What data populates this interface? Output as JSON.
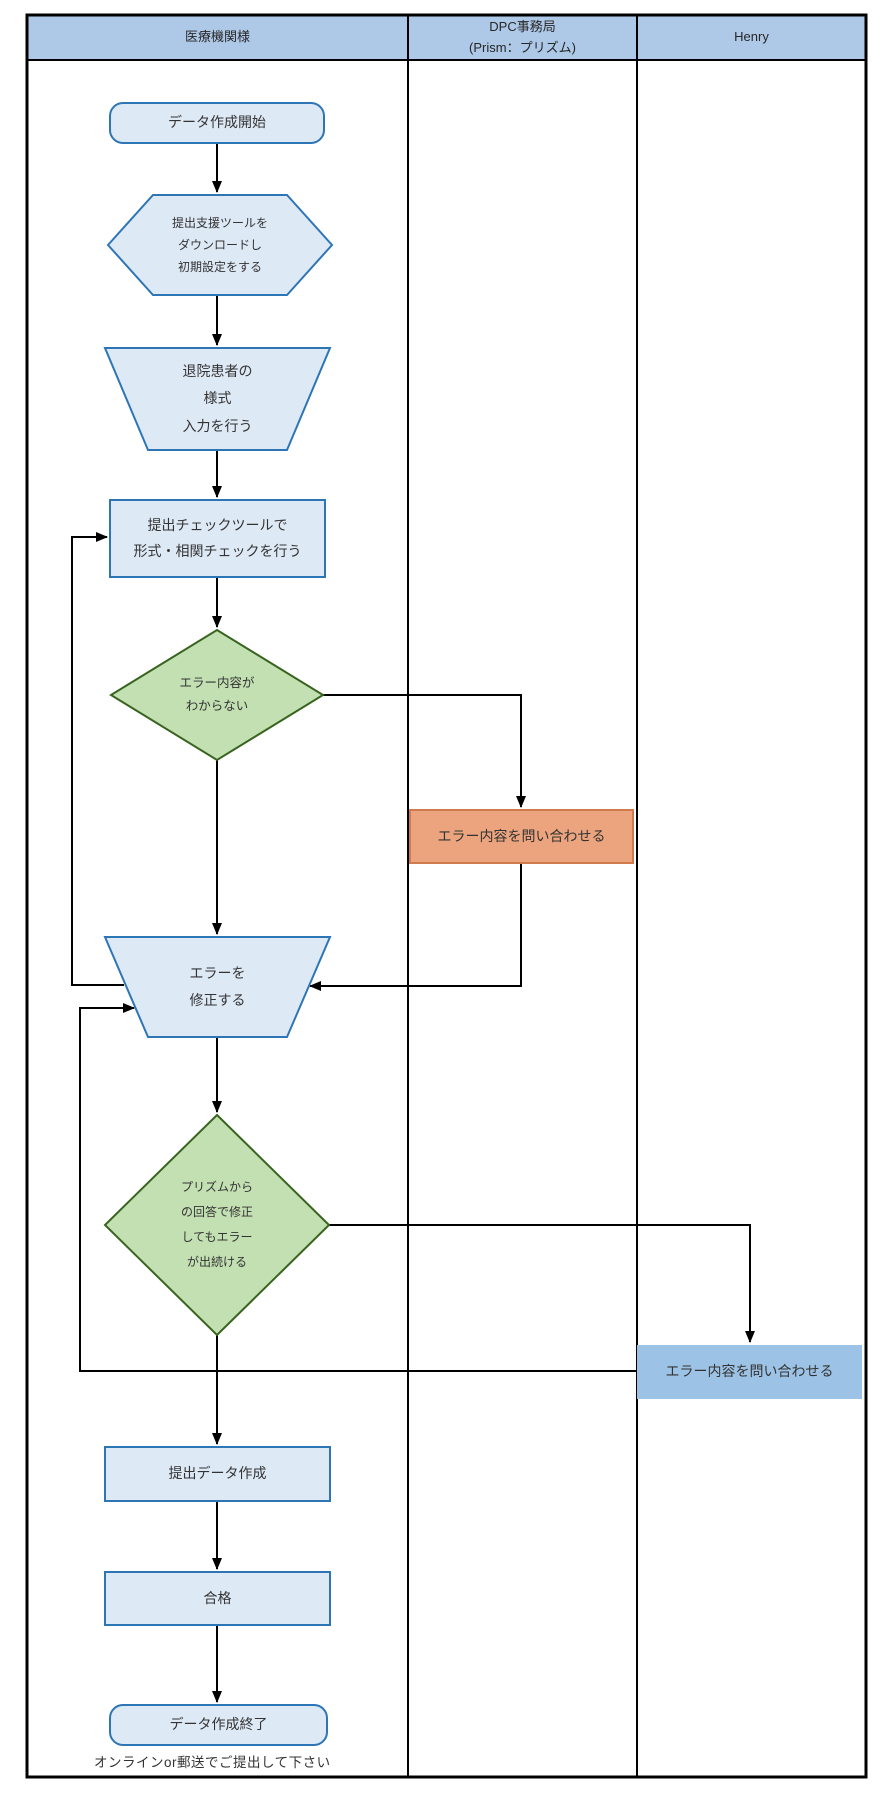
{
  "diagram": {
    "title_hint": "DPC data submission flowchart",
    "header": {
      "lane_medical": "医療機関様",
      "lane_dpc": "DPC事務局\n(Prism：プリズム)",
      "lane_henry": "Henry"
    },
    "nodes": {
      "start": "データ作成開始",
      "download_tool": "提出支援ツールを\nダウンロードし\n初期設定をする",
      "input_forms": "退院患者の\n様式\n入力を行う",
      "run_check": "提出チェックツールで\n形式・相関チェックを行う",
      "error_unknown": "エラー内容が\nわからない",
      "inquire_dpc": "エラー内容を問い合わせる",
      "fix_errors": "エラーを\n修正する",
      "error_persists": "プリズムから\nの回答で修正\nしてもエラー\nが出続ける",
      "inquire_henry": "エラー内容を問い合わせる",
      "create_data": "提出データ作成",
      "pass": "合格",
      "end": "データ作成終了"
    },
    "footnote": "オンラインor郵送でご提出して下さい"
  },
  "colors": {
    "header_fill": "#AEC9E8",
    "node_fill": "#DEE9F6",
    "node_border": "#2E75B6",
    "decision_fill": "#C3E0B2",
    "decision_border": "#38641F",
    "inquiry_dpc_fill": "#EBA47E",
    "inquiry_dpc_border": "#CF7B4D",
    "inquiry_henry_fill": "#9CC3E5",
    "line": "#000000"
  }
}
